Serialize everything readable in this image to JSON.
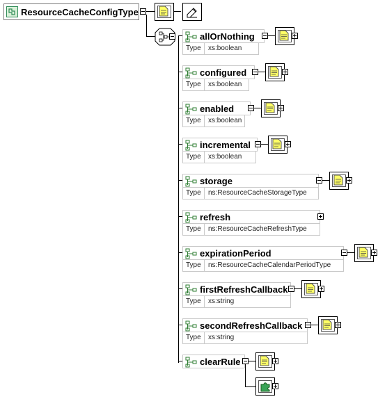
{
  "root": {
    "name": "ResourceCacheConfigType"
  },
  "type_key": "Type",
  "elements": [
    {
      "name": "allOrNothing",
      "type": "xs:boolean"
    },
    {
      "name": "configured",
      "type": "xs:boolean"
    },
    {
      "name": "enabled",
      "type": "xs:boolean"
    },
    {
      "name": "incremental",
      "type": "xs:boolean"
    },
    {
      "name": "storage",
      "type": "ns:ResourceCacheStorageType"
    },
    {
      "name": "refresh",
      "type": "ns:ResourceCacheRefreshType"
    },
    {
      "name": "expirationPeriod",
      "type": "ns:ResourceCacheCalendarPeriodType"
    },
    {
      "name": "firstRefreshCallback",
      "type": "xs:string"
    },
    {
      "name": "secondRefreshCallback",
      "type": "xs:string"
    },
    {
      "name": "clearRule",
      "type": ""
    }
  ],
  "icons": {
    "root": "complex-type-icon",
    "element": "element-icon",
    "documentation": "documentation-icon",
    "annotation": "annotation-pen-icon",
    "sequence": "sequence-compositor-icon",
    "attribute_group": "puzzle-piece-icon"
  },
  "colors": {
    "doc_fill": "#ffff66",
    "puzzle": "#3aa357",
    "root_icon": "#2e8b57"
  }
}
